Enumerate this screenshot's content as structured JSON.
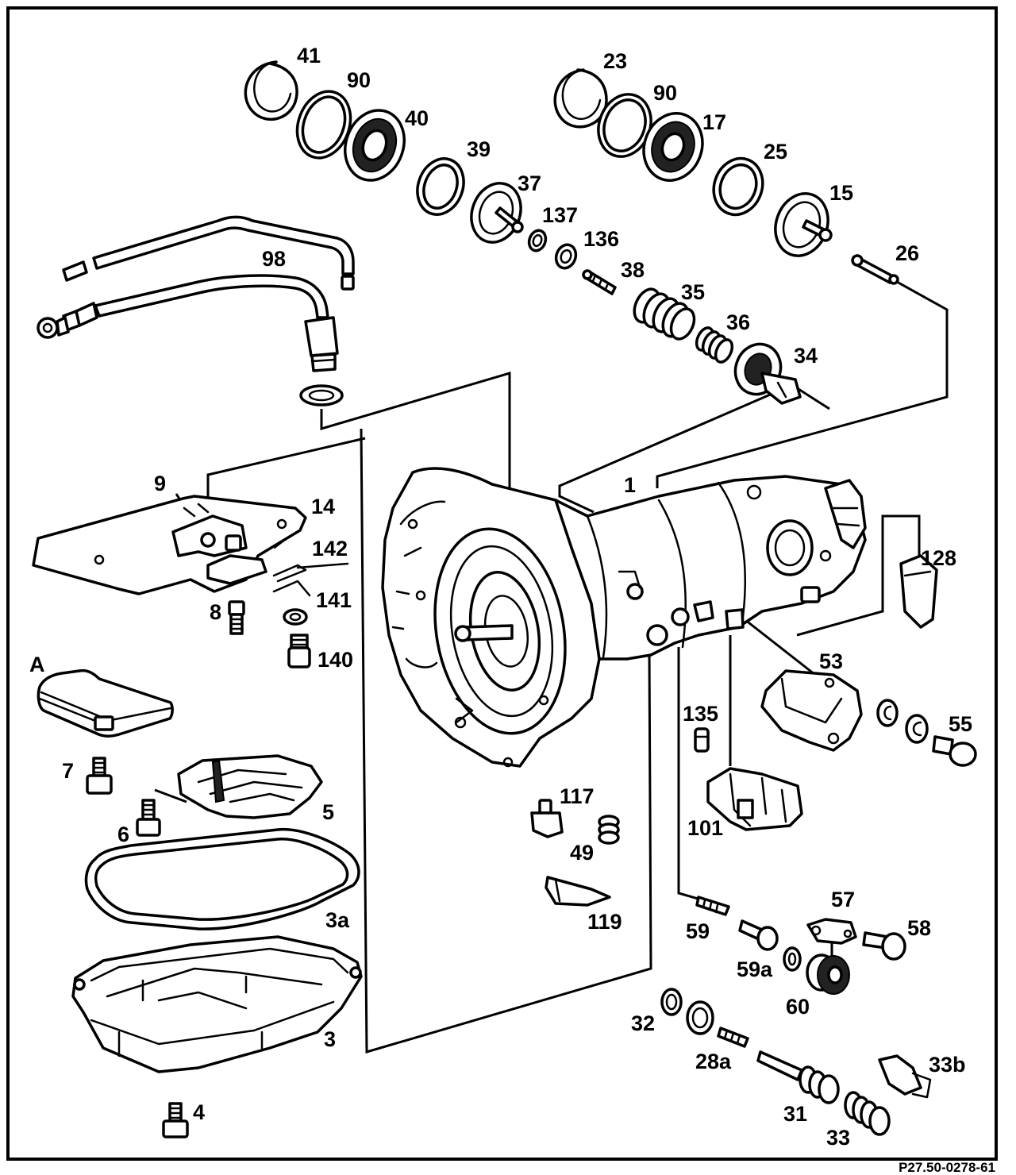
{
  "labels": {
    "l41": "41",
    "l90a": "90",
    "l40": "40",
    "l39": "39",
    "l37": "37",
    "l137": "137",
    "l136": "136",
    "l38": "38",
    "l35": "35",
    "l36": "36",
    "l34": "34",
    "l23": "23",
    "l90b": "90",
    "l17": "17",
    "l25": "25",
    "l15": "15",
    "l26": "26",
    "l98": "98",
    "l9": "9",
    "l14": "14",
    "l142": "142",
    "l141": "141",
    "l8": "8",
    "l140": "140",
    "lA": "A",
    "l7": "7",
    "l6": "6",
    "l5": "5",
    "l3a": "3a",
    "l3": "3",
    "l4": "4",
    "l1": "1",
    "l128": "128",
    "l53": "53",
    "l55": "55",
    "l135": "135",
    "l101": "101",
    "l117": "117",
    "l49": "49",
    "l119": "119",
    "l57": "57",
    "l58": "58",
    "l59": "59",
    "l59a": "59a",
    "l60": "60",
    "l32": "32",
    "l28a": "28a",
    "l33b": "33b",
    "l31": "31",
    "l33": "33"
  },
  "caption": "P27.50-0278-61"
}
